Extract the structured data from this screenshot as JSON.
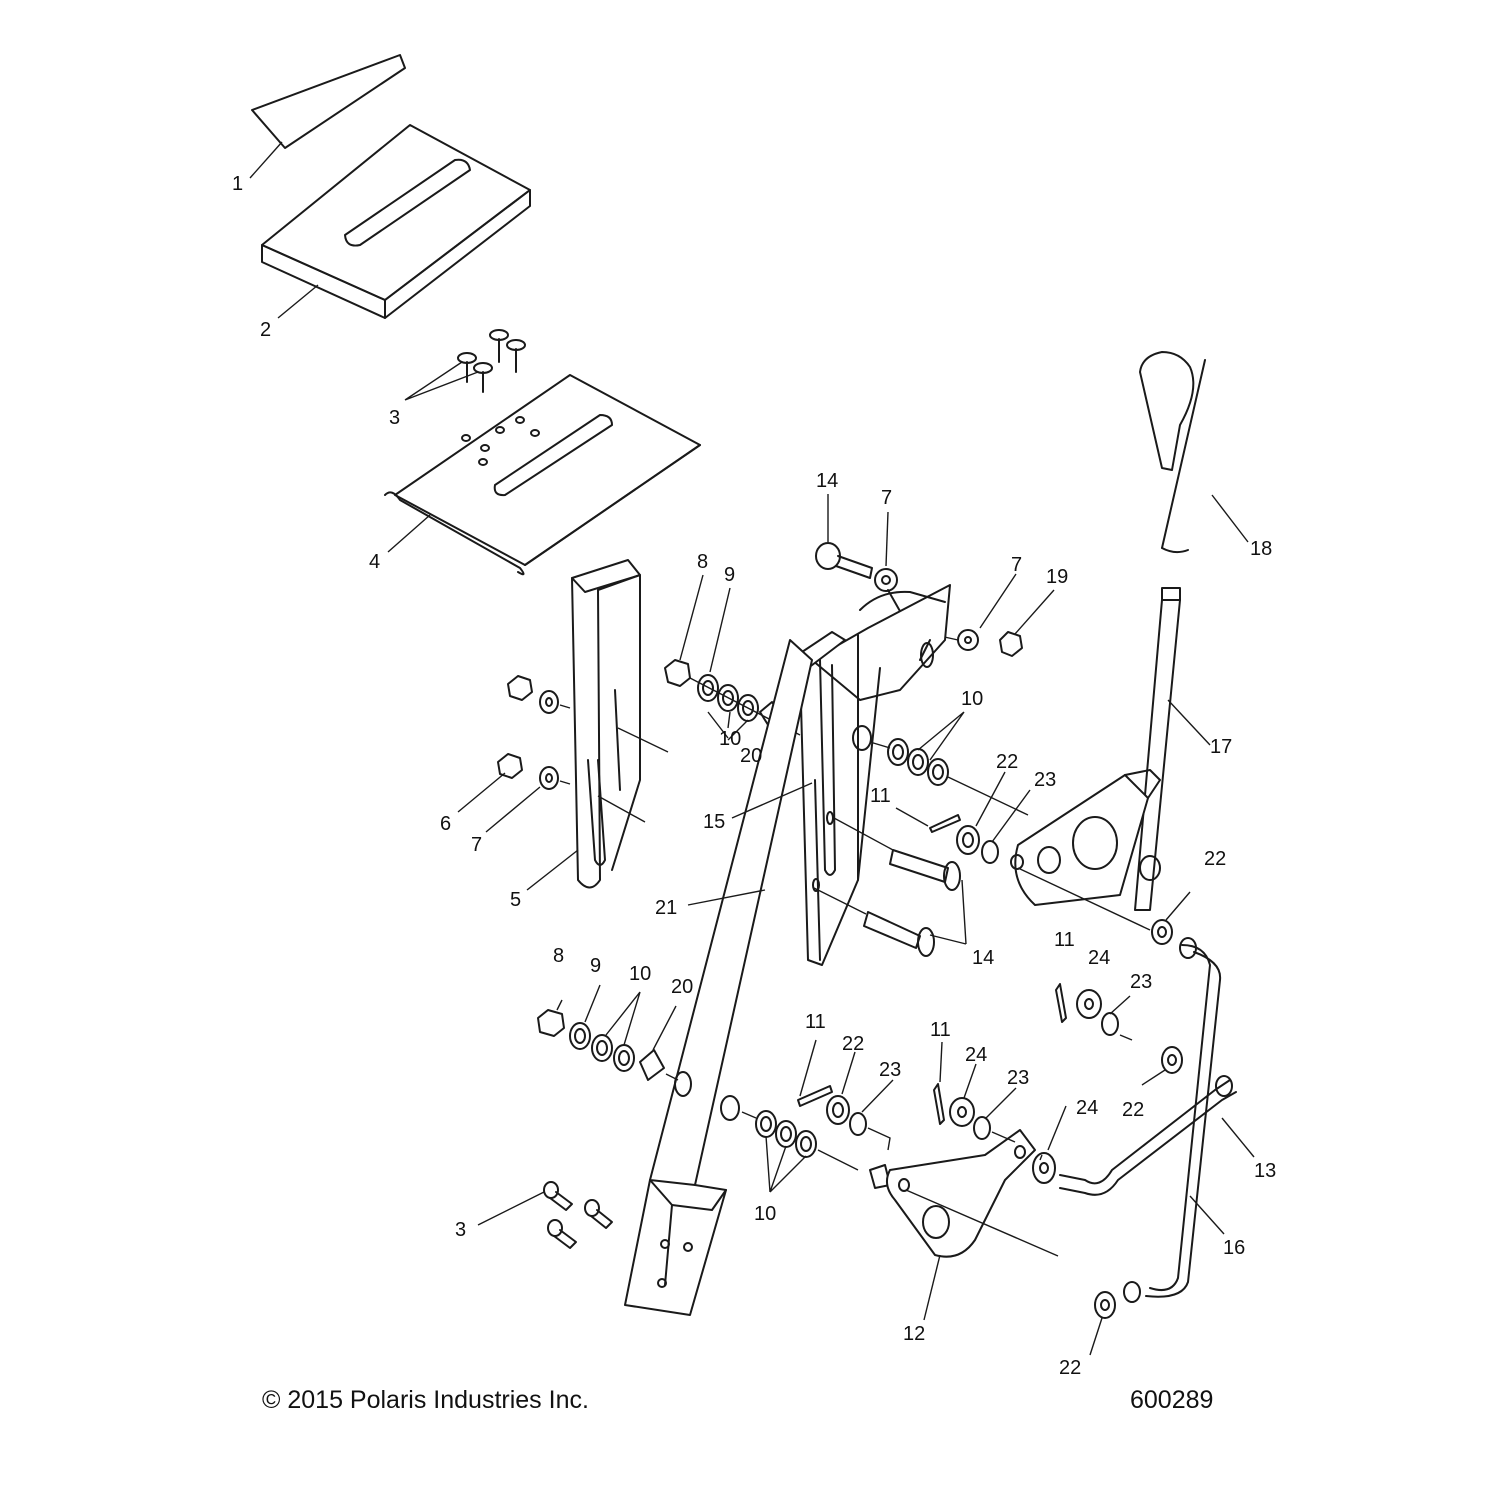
{
  "diagram": {
    "callouts": [
      "1",
      "2",
      "3",
      "4",
      "5",
      "6",
      "7",
      "8",
      "9",
      "10",
      "11",
      "12",
      "13",
      "14",
      "15",
      "16",
      "17",
      "18",
      "19",
      "20",
      "21",
      "22",
      "23",
      "24"
    ]
  },
  "footer": {
    "copyright": "© 2015 Polaris Industries Inc.",
    "drawing_number": "600289"
  }
}
